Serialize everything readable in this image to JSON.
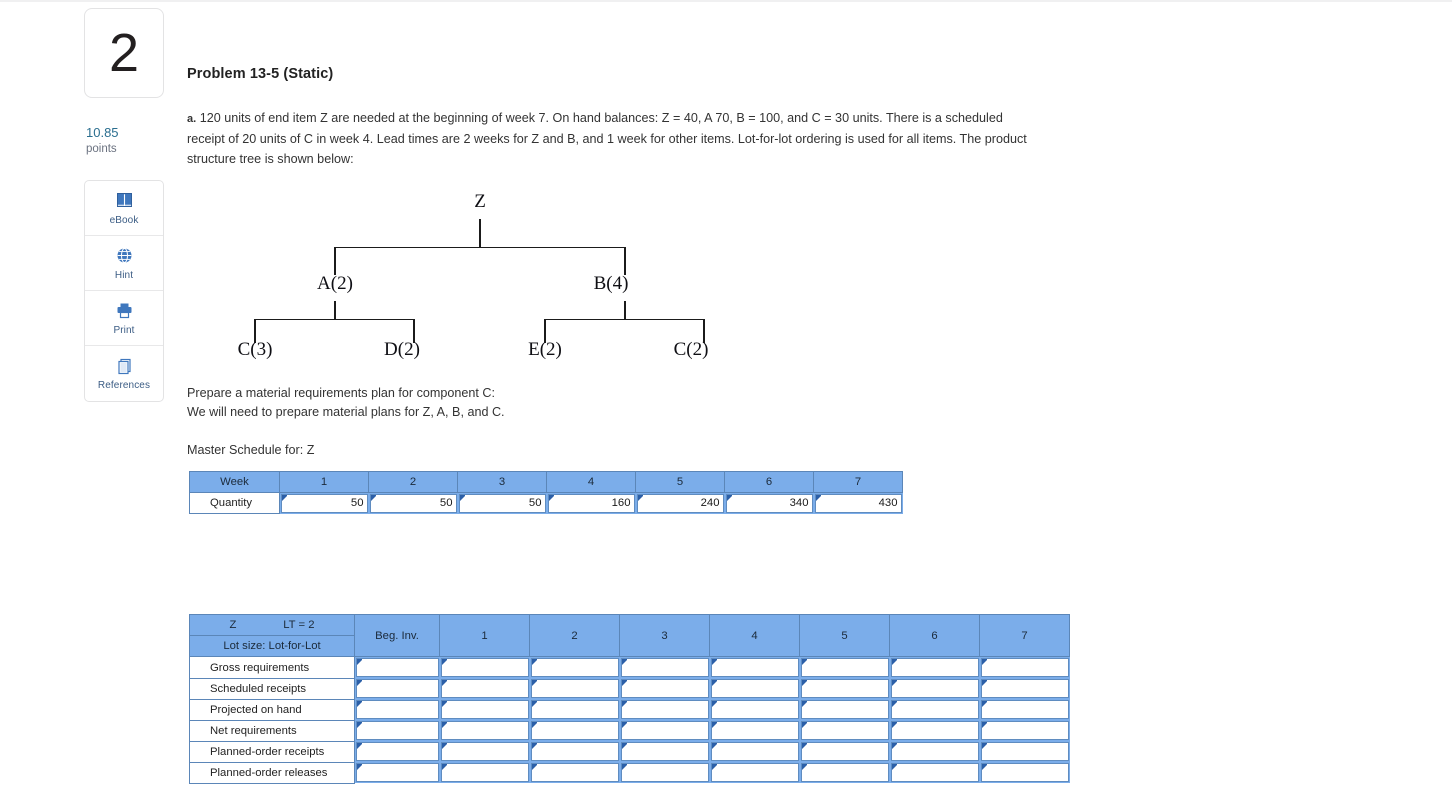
{
  "question": {
    "number": "2",
    "points_value": "10.85",
    "points_label": "points",
    "title": "Problem 13-5 (Static)",
    "part_label": "a.",
    "body": "120 units of end item Z are needed at the beginning of week 7. On hand balances: Z = 40, A 70, B = 100, and C = 30 units. There is a scheduled receipt of 20 units of C in week 4. Lead times are 2 weeks for Z and B, and 1 week for other items. Lot-for-lot ordering is used for all items. The product structure tree is shown below:"
  },
  "toolbox": [
    {
      "icon": "ebook-icon",
      "label": "eBook"
    },
    {
      "icon": "hint-icon",
      "label": "Hint"
    },
    {
      "icon": "print-icon",
      "label": "Print"
    },
    {
      "icon": "references-icon",
      "label": "References"
    }
  ],
  "tree": {
    "root": "Z",
    "level1": [
      "A(2)",
      "B(4)"
    ],
    "level2": [
      "C(3)",
      "D(2)",
      "E(2)",
      "C(2)"
    ]
  },
  "instructions": {
    "line1": "Prepare a material requirements plan for component C:",
    "line2": "We will need to prepare material plans for Z, A, B, and C.",
    "master_label": "Master Schedule for: Z"
  },
  "master_schedule": {
    "row_labels": [
      "Week",
      "Quantity"
    ],
    "weeks": [
      "1",
      "2",
      "3",
      "4",
      "5",
      "6",
      "7"
    ],
    "quantities": [
      "50",
      "50",
      "50",
      "160",
      "240",
      "340",
      "430"
    ]
  },
  "mrp_table": {
    "item": "Z",
    "lead_time": "LT = 2",
    "lot_size": "Lot size: Lot-for-Lot",
    "beg_inv": "Beg. Inv.",
    "weeks": [
      "1",
      "2",
      "3",
      "4",
      "5",
      "6",
      "7"
    ],
    "rows": [
      {
        "label": "Gross requirements",
        "values": [
          "",
          "",
          "",
          "",
          "",
          "",
          "",
          ""
        ]
      },
      {
        "label": "Scheduled receipts",
        "values": [
          "",
          "",
          "",
          "",
          "",
          "",
          "",
          ""
        ]
      },
      {
        "label": "Projected on hand",
        "values": [
          "",
          "",
          "",
          "",
          "",
          "",
          "",
          ""
        ]
      },
      {
        "label": "Net requirements",
        "values": [
          "",
          "",
          "",
          "",
          "",
          "",
          "",
          ""
        ]
      },
      {
        "label": "Planned-order receipts",
        "values": [
          "",
          "",
          "",
          "",
          "",
          "",
          "",
          ""
        ]
      },
      {
        "label": "Planned-order releases",
        "values": [
          "",
          "",
          "",
          "",
          "",
          "",
          "",
          ""
        ]
      }
    ]
  },
  "colors": {
    "header_blue": "#7badea",
    "cell_border_blue": "#5f8cc0",
    "points_teal": "#2a6e8f",
    "tool_label_blue": "#3b5c84"
  }
}
